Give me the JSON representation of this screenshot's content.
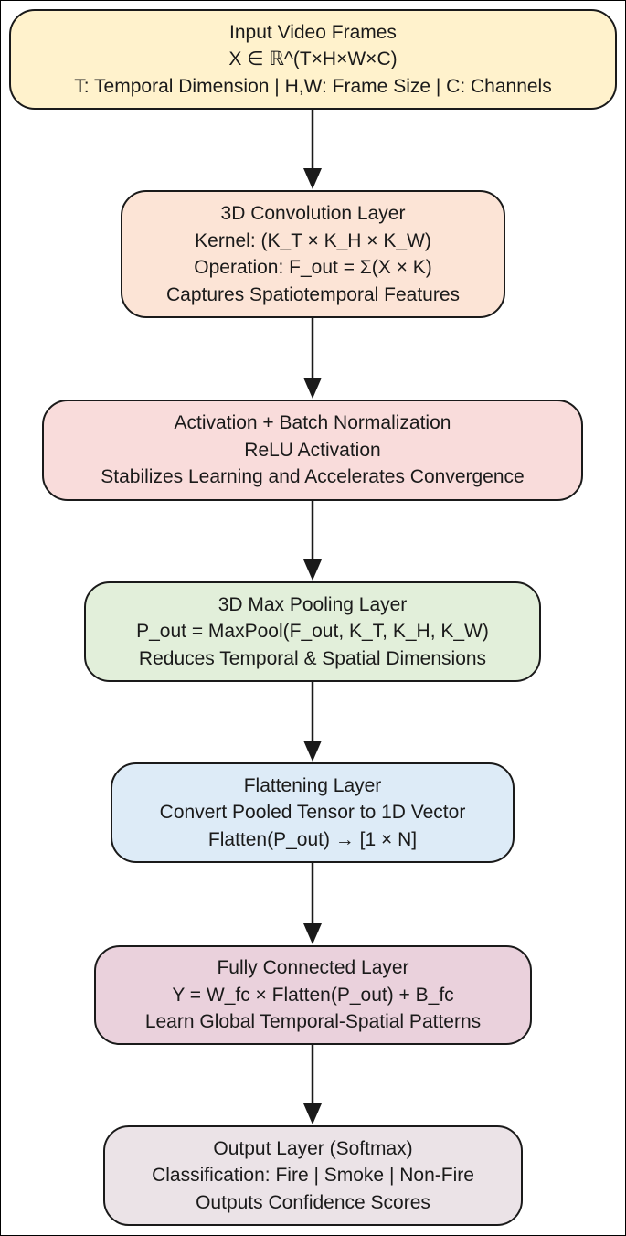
{
  "diagram": {
    "nodes": [
      {
        "id": "input",
        "lines": [
          "Input Video Frames",
          "X ∈ ℝ^(T×H×W×C)",
          "T: Temporal Dimension | H,W: Frame Size | C: Channels"
        ],
        "fill": "#fff2cc"
      },
      {
        "id": "conv3d",
        "lines": [
          "3D Convolution Layer",
          "Kernel: (K_T × K_H × K_W)",
          "Operation: F_out = Σ(X × K)",
          "Captures Spatiotemporal Features"
        ],
        "fill": "#fce4d6"
      },
      {
        "id": "activation",
        "lines": [
          "Activation + Batch Normalization",
          "ReLU Activation",
          "Stabilizes Learning and Accelerates Convergence"
        ],
        "fill": "#f9dcdb"
      },
      {
        "id": "maxpool",
        "lines": [
          "3D Max Pooling Layer",
          "P_out = MaxPool(F_out, K_T, K_H, K_W)",
          "Reduces Temporal & Spatial Dimensions"
        ],
        "fill": "#e2efda"
      },
      {
        "id": "flatten",
        "lines": [
          "Flattening Layer",
          "Convert Pooled Tensor to 1D Vector",
          "Flatten(P_out) → [1 × N]"
        ],
        "fill": "#ddebf7"
      },
      {
        "id": "fc",
        "lines": [
          "Fully Connected Layer",
          "Y = W_fc × Flatten(P_out) + B_fc",
          "Learn Global Temporal-Spatial Patterns"
        ],
        "fill": "#ead1dc"
      },
      {
        "id": "output",
        "lines": [
          "Output Layer (Softmax)",
          "Classification: Fire | Smoke | Non-Fire",
          "Outputs Confidence Scores"
        ],
        "fill": "#ebe3e7"
      }
    ],
    "edges": [
      {
        "from": "input",
        "to": "conv3d"
      },
      {
        "from": "conv3d",
        "to": "activation"
      },
      {
        "from": "activation",
        "to": "maxpool"
      },
      {
        "from": "maxpool",
        "to": "flatten"
      },
      {
        "from": "flatten",
        "to": "fc"
      },
      {
        "from": "fc",
        "to": "output"
      }
    ],
    "colors": {
      "stroke": "#1a1a1a",
      "text": "#1a1a1a"
    }
  }
}
